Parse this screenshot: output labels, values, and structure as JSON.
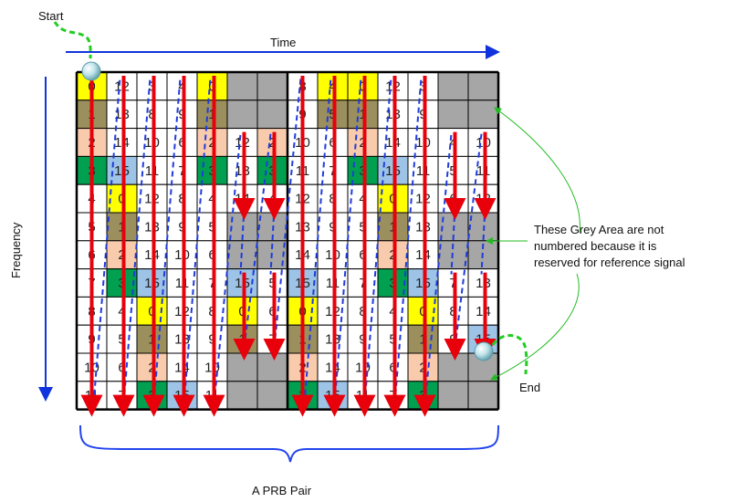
{
  "labels": {
    "start": "Start",
    "time": "Time",
    "frequency": "Frequency",
    "end": "End",
    "prb_pair": "A PRB Pair",
    "note_line1": "These Grey Area are not",
    "note_line2": "numbered because it is",
    "note_line3": "reserved for reference signal"
  },
  "grid": {
    "rows": 12,
    "cols": 14,
    "cells": [
      [
        "0",
        "12",
        "3",
        "4",
        "0",
        "",
        "",
        "8",
        "4",
        "0",
        "12",
        "3",
        "",
        ""
      ],
      [
        "1",
        "13",
        "8",
        "9",
        "1",
        "",
        "",
        "9",
        "5",
        "1",
        "13",
        "9",
        "",
        ""
      ],
      [
        "2",
        "14",
        "10",
        "6",
        "2",
        "12",
        "2",
        "10",
        "6",
        "2",
        "14",
        "10",
        "4",
        "10"
      ],
      [
        "3",
        "15",
        "11",
        "7",
        "3",
        "13",
        "3",
        "11",
        "7",
        "3",
        "15",
        "11",
        "5",
        "11"
      ],
      [
        "4",
        "0",
        "12",
        "8",
        "4",
        "14",
        "4",
        "12",
        "8",
        "4",
        "0",
        "12",
        "6",
        "12"
      ],
      [
        "5",
        "1",
        "13",
        "9",
        "5",
        "",
        "",
        "13",
        "9",
        "5",
        "1",
        "13",
        "",
        ""
      ],
      [
        "6",
        "2",
        "14",
        "10",
        "6",
        "",
        "",
        "14",
        "10",
        "6",
        "2",
        "14",
        "",
        ""
      ],
      [
        "7",
        "3",
        "15",
        "11",
        "7",
        "15",
        "5",
        "15",
        "11",
        "7",
        "3",
        "15",
        "7",
        "13"
      ],
      [
        "8",
        "4",
        "0",
        "12",
        "8",
        "0",
        "6",
        "0",
        "12",
        "8",
        "4",
        "0",
        "8",
        "14"
      ],
      [
        "9",
        "5",
        "1",
        "13",
        "9",
        "1",
        "7",
        "1",
        "13",
        "9",
        "5",
        "1",
        "9",
        "15"
      ],
      [
        "10",
        "6",
        "2",
        "14",
        "10",
        "",
        "",
        "2",
        "14",
        "10",
        "6",
        "2",
        "",
        ""
      ],
      [
        "11",
        "7",
        "3",
        "15",
        "11",
        "",
        "",
        "3",
        "15",
        "11",
        "7",
        "3",
        "",
        ""
      ]
    ],
    "colors": [
      [
        "#ffff00",
        "#ffffff",
        "#ffffff",
        "#ffffff",
        "#ffff00",
        "#a6a6a6",
        "#a6a6a6",
        "#ffffff",
        "#ffff00",
        "#ffff00",
        "#ffffff",
        "#ffffff",
        "#a6a6a6",
        "#a6a6a6"
      ],
      [
        "#9c8f5e",
        "#ffffff",
        "#ffffff",
        "#ffffff",
        "#9c8f5e",
        "#a6a6a6",
        "#a6a6a6",
        "#ffffff",
        "#9c8f5e",
        "#9c8f5e",
        "#ffffff",
        "#ffffff",
        "#a6a6a6",
        "#a6a6a6"
      ],
      [
        "#f8cbad",
        "#ffffff",
        "#ffffff",
        "#ffffff",
        "#f8cbad",
        "#ffffff",
        "#f8cbad",
        "#ffffff",
        "#ffffff",
        "#f8cbad",
        "#ffffff",
        "#ffffff",
        "#ffffff",
        "#ffffff"
      ],
      [
        "#00a050",
        "#9dc3e6",
        "#ffffff",
        "#ffffff",
        "#00a050",
        "#ffffff",
        "#00a050",
        "#ffffff",
        "#ffffff",
        "#00a050",
        "#9dc3e6",
        "#ffffff",
        "#ffffff",
        "#ffffff"
      ],
      [
        "#ffffff",
        "#ffff00",
        "#ffffff",
        "#ffffff",
        "#ffffff",
        "#ffffff",
        "#ffffff",
        "#ffffff",
        "#ffffff",
        "#ffffff",
        "#ffff00",
        "#ffffff",
        "#ffffff",
        "#ffffff"
      ],
      [
        "#ffffff",
        "#9c8f5e",
        "#ffffff",
        "#ffffff",
        "#ffffff",
        "#a6a6a6",
        "#a6a6a6",
        "#ffffff",
        "#ffffff",
        "#ffffff",
        "#9c8f5e",
        "#ffffff",
        "#a6a6a6",
        "#a6a6a6"
      ],
      [
        "#ffffff",
        "#f8cbad",
        "#ffffff",
        "#ffffff",
        "#ffffff",
        "#a6a6a6",
        "#a6a6a6",
        "#ffffff",
        "#ffffff",
        "#ffffff",
        "#f8cbad",
        "#ffffff",
        "#a6a6a6",
        "#a6a6a6"
      ],
      [
        "#ffffff",
        "#00a050",
        "#9dc3e6",
        "#ffffff",
        "#ffffff",
        "#9dc3e6",
        "#ffffff",
        "#9dc3e6",
        "#ffffff",
        "#ffffff",
        "#00a050",
        "#9dc3e6",
        "#ffffff",
        "#ffffff"
      ],
      [
        "#ffffff",
        "#ffffff",
        "#ffff00",
        "#ffffff",
        "#ffffff",
        "#ffff00",
        "#ffffff",
        "#ffff00",
        "#ffffff",
        "#ffffff",
        "#ffffff",
        "#ffff00",
        "#ffffff",
        "#ffffff"
      ],
      [
        "#ffffff",
        "#ffffff",
        "#9c8f5e",
        "#ffffff",
        "#ffffff",
        "#9c8f5e",
        "#ffffff",
        "#9c8f5e",
        "#ffffff",
        "#ffffff",
        "#ffffff",
        "#9c8f5e",
        "#ffffff",
        "#9dc3e6"
      ],
      [
        "#ffffff",
        "#ffffff",
        "#f8cbad",
        "#ffffff",
        "#ffffff",
        "#a6a6a6",
        "#a6a6a6",
        "#f8cbad",
        "#ffffff",
        "#ffffff",
        "#ffffff",
        "#f8cbad",
        "#a6a6a6",
        "#a6a6a6"
      ],
      [
        "#ffffff",
        "#ffffff",
        "#00a050",
        "#9dc3e6",
        "#ffffff",
        "#a6a6a6",
        "#a6a6a6",
        "#00a050",
        "#9dc3e6",
        "#ffffff",
        "#ffffff",
        "#00a050",
        "#a6a6a6",
        "#a6a6a6"
      ]
    ]
  },
  "colors": {
    "arrow_red": "#e8000b",
    "dash_blue": "#1f3cdc",
    "axis_blue": "#1133dd",
    "brace_blue": "#2244ee",
    "callout_green": "#22bb22",
    "start_end_green": "#22cc22",
    "grey": "#a6a6a6"
  }
}
